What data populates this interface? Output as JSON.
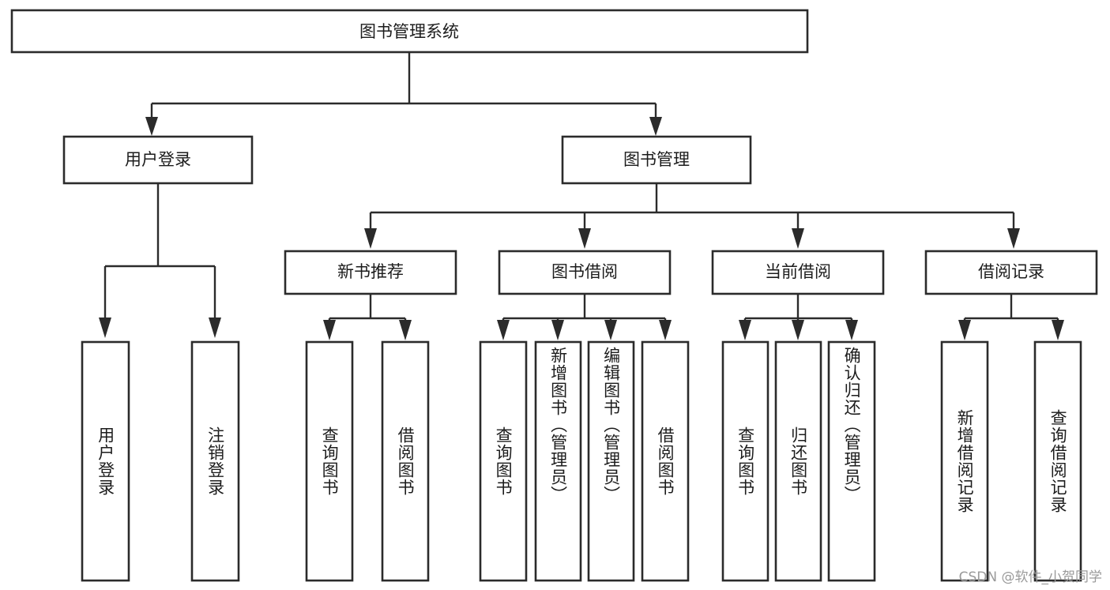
{
  "diagram": {
    "title": "图书管理系统",
    "type": "tree",
    "watermark": "CSDN @软件_小贺同学",
    "colors": {
      "stroke": "#2b2b2b",
      "fill": "#ffffff",
      "text": "#1c1c1c",
      "watermark": "#9a9a9a",
      "background": "#ffffff"
    },
    "root": {
      "label": "图书管理系统"
    },
    "level1": [
      {
        "label": "用户登录"
      },
      {
        "label": "图书管理"
      }
    ],
    "level2": [
      {
        "label": "新书推荐"
      },
      {
        "label": "图书借阅"
      },
      {
        "label": "当前借阅"
      },
      {
        "label": "借阅记录"
      }
    ],
    "leaves": {
      "user_login": [
        {
          "label": "用户登录"
        },
        {
          "label": "注销登录"
        }
      ],
      "new_book_recommend": [
        {
          "label": "查询图书"
        },
        {
          "label": "借阅图书"
        }
      ],
      "book_borrow": [
        {
          "label": "查询图书"
        },
        {
          "label": "新增图书（管理员）"
        },
        {
          "label": "编辑图书（管理员）"
        },
        {
          "label": "借阅图书"
        }
      ],
      "current_borrow": [
        {
          "label": "查询图书"
        },
        {
          "label": "归还图书"
        },
        {
          "label": "确认归还（管理员）"
        }
      ],
      "borrow_record": [
        {
          "label": "新增借阅记录"
        },
        {
          "label": "查询借阅记录"
        }
      ]
    }
  }
}
